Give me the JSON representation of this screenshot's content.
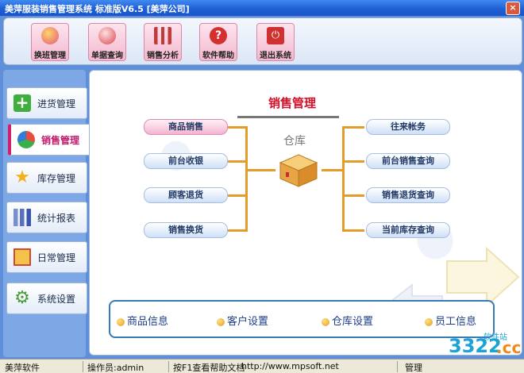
{
  "window": {
    "title": "美萍服装销售管理系统 标准版V6.5 [美萍公司]",
    "close": "×"
  },
  "toolbar": [
    {
      "label": "换班管理",
      "icon": "people-icon",
      "color": "#e05a7a"
    },
    {
      "label": "单据查询",
      "icon": "magnifier-icon",
      "color": "#d8444e"
    },
    {
      "label": "销售分析",
      "icon": "bar-chart-icon",
      "color": "#c23b3b"
    },
    {
      "label": "软件帮助",
      "icon": "help-icon",
      "color": "#d62f2f"
    },
    {
      "label": "退出系统",
      "icon": "power-icon",
      "color": "#cf3131"
    }
  ],
  "sidebar": [
    {
      "label": "进货管理",
      "icon": "plus-icon"
    },
    {
      "label": "销售管理",
      "icon": "pie-icon"
    },
    {
      "label": "库存管理",
      "icon": "star-icon"
    },
    {
      "label": "统计报表",
      "icon": "report-icon"
    },
    {
      "label": "日常管理",
      "icon": "calendar-icon"
    },
    {
      "label": "系统设置",
      "icon": "gear-icon"
    }
  ],
  "main": {
    "title": "销售管理",
    "center_label": "仓库",
    "left_buttons": [
      "商品销售",
      "前台收银",
      "顾客退货",
      "销售换货"
    ],
    "right_buttons": [
      "往来帐务",
      "前台销售查询",
      "销售退货查询",
      "当前库存查询"
    ]
  },
  "info_links": [
    "商品信息",
    "客户设置",
    "仓库设置",
    "员工信息"
  ],
  "status": {
    "app": "美萍软件",
    "operator": "操作员:admin",
    "help": "按F1查看帮助文档",
    "url": "http://www.mpsoft.net",
    "admin": "管理"
  },
  "watermark": {
    "site": "软件站",
    "num": "3322",
    "tld": ".cc"
  },
  "colors": {
    "accent": "#d3206c",
    "title_red": "#d3102a",
    "connector": "#e39b2a"
  }
}
